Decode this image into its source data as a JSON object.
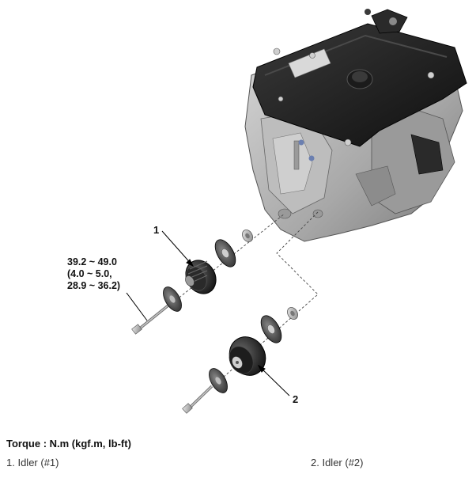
{
  "diagram": {
    "callouts": [
      "1",
      "2"
    ],
    "torque_spec": {
      "line1": "39.2 ~ 49.0",
      "line2": "(4.0 ~ 5.0,",
      "line3": "28.9 ~ 36.2)"
    }
  },
  "footer": {
    "torque_heading": "Torque : N.m (kgf.m, lb-ft)",
    "legend": [
      {
        "number": "1",
        "label": "Idler (#1)"
      },
      {
        "number": "2",
        "label": "Idler (#2)"
      }
    ]
  }
}
